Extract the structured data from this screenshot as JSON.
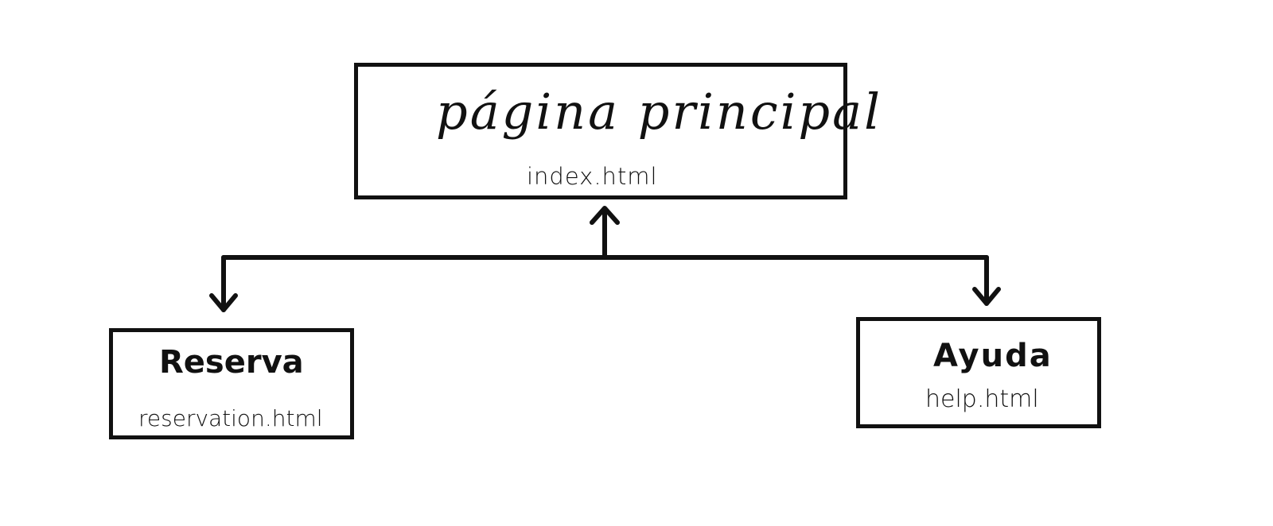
{
  "nodes": {
    "index": {
      "title": "página principal",
      "file": "index.html"
    },
    "reserva": {
      "title": "Reserva",
      "file": "reservation.html"
    },
    "ayuda": {
      "title": "Ayuda",
      "file": "help.html"
    }
  },
  "colors": {
    "stroke": "#111111",
    "background": "#ffffff"
  }
}
